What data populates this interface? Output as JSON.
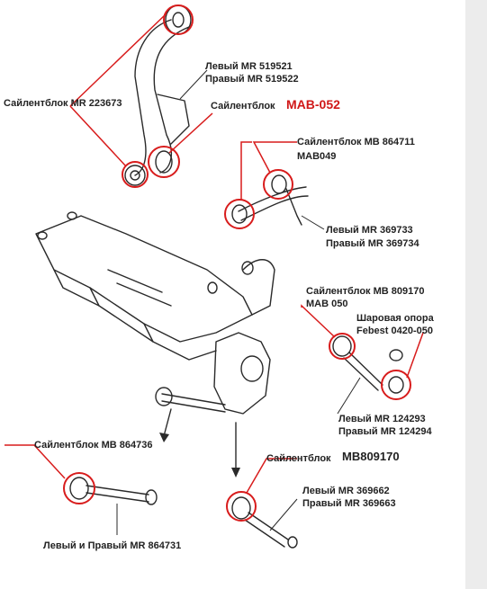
{
  "colors": {
    "callout": "#d81c1c",
    "ink": "#2a2a2a",
    "background": "#ffffff",
    "margin": "#ececec"
  },
  "labels": {
    "upper_left": "Левый  MR 519521",
    "upper_right": "Правый MR 519522",
    "bush_223673": "Сайлентблок  MR 223673",
    "bush_mab": "Сайлентблок",
    "mab052": "MAB-052",
    "bush_864711": "Сайлентблок  MB 864711",
    "mab049": "MAB049",
    "arm_left_369733": "Левый  MR 369733",
    "arm_right_369734": "Правый MR 369734",
    "bush_809170": "Сайлентблок  MB 809170",
    "mab050": "MAB 050",
    "ball_joint": "Шаровая опора",
    "febest": "Febest 0420-050",
    "arm_left_124293": "Левый  MR 124293",
    "arm_right_124294": "Правый MR 124294",
    "bush_864736": "Сайлентблок  MB 864736",
    "both_864731": "Левый и Правый  MR 864731",
    "bush_mb809170": "Сайлентблок",
    "mb809170": "MB809170",
    "arm_left_369662": "Левый  MR 369662",
    "arm_right_369663": "Правый MR 369663"
  }
}
